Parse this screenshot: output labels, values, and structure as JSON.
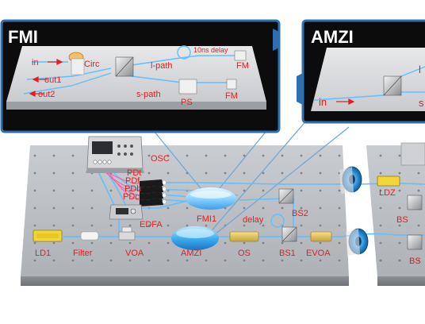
{
  "insets": {
    "fmi": {
      "title": "FMI",
      "labels": {
        "in": "in",
        "out1": "out1",
        "out2": "out2",
        "circ": "Circ",
        "lpath": "l-path",
        "spath": "s-path",
        "delay": "10ns delay",
        "fm_top": "FM",
        "fm_bottom": "FM",
        "ps": "PS"
      }
    },
    "amzi": {
      "title": "AMZI",
      "labels": {
        "in": "in",
        "lpath_partial": "l",
        "spath_partial": "s"
      }
    }
  },
  "bench": {
    "labels": {
      "osc": "OSC",
      "pdt": "PDt",
      "pdf": "PDf",
      "pdb": "PDb",
      "pdc": "PDc",
      "edfa": "EDFA",
      "fmi1": "FMI1",
      "delay": "delay",
      "bs2": "BS2",
      "ld1": "LD1",
      "filter": "Filter",
      "voa": "VOA",
      "amzi": "AMZI",
      "os": "OS",
      "bs1": "BS1",
      "evoa": "EVOA",
      "ldz": "LDZ",
      "bs_r1": "BS",
      "bs_r2": "BS"
    }
  },
  "colors": {
    "label_red": "#e02020",
    "inset_frame": "#2f6fb0",
    "inset_bg": "#0c0c0c",
    "fiber": "#5fc0ff",
    "bench": "#bcc0c5"
  }
}
